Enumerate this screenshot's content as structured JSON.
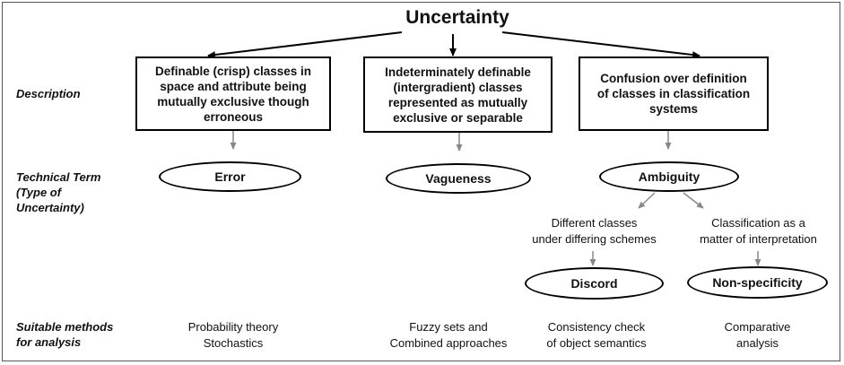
{
  "title": "Uncertainty",
  "row_labels": {
    "description": "Description",
    "technical_term_line1": "Technical Term",
    "technical_term_line2": "(Type of",
    "technical_term_line3": "Uncertainty)",
    "methods_line1": "Suitable methods",
    "methods_line2": "for analysis"
  },
  "descriptions": [
    {
      "line1": "Definable (crisp) classes in",
      "line2": "space and attribute being",
      "line3": "mutually exclusive though",
      "line4": "erroneous"
    },
    {
      "line1": "Indeterminately definable",
      "line2": "(intergradient) classes",
      "line3": "represented as mutually",
      "line4": "exclusive or separable"
    },
    {
      "line1": "Confusion over definition",
      "line2": "of classes in classification",
      "line3": "systems"
    }
  ],
  "terms": {
    "error": "Error",
    "vagueness": "Vagueness",
    "ambiguity": "Ambiguity",
    "discord": "Discord",
    "non_specificity": "Non-specificity"
  },
  "branch_notes": {
    "different_line1": "Different classes",
    "different_line2": "under differing schemes",
    "classification_line1": "Classification as a",
    "classification_line2": "matter of interpretation"
  },
  "methods": [
    {
      "line1": "Probability theory",
      "line2": "Stochastics"
    },
    {
      "line1": "Fuzzy sets and",
      "line2": "Combined approaches"
    },
    {
      "line1": "Consistency check",
      "line2": "of object semantics"
    },
    {
      "line1": "Comparative",
      "line2": "analysis"
    }
  ]
}
